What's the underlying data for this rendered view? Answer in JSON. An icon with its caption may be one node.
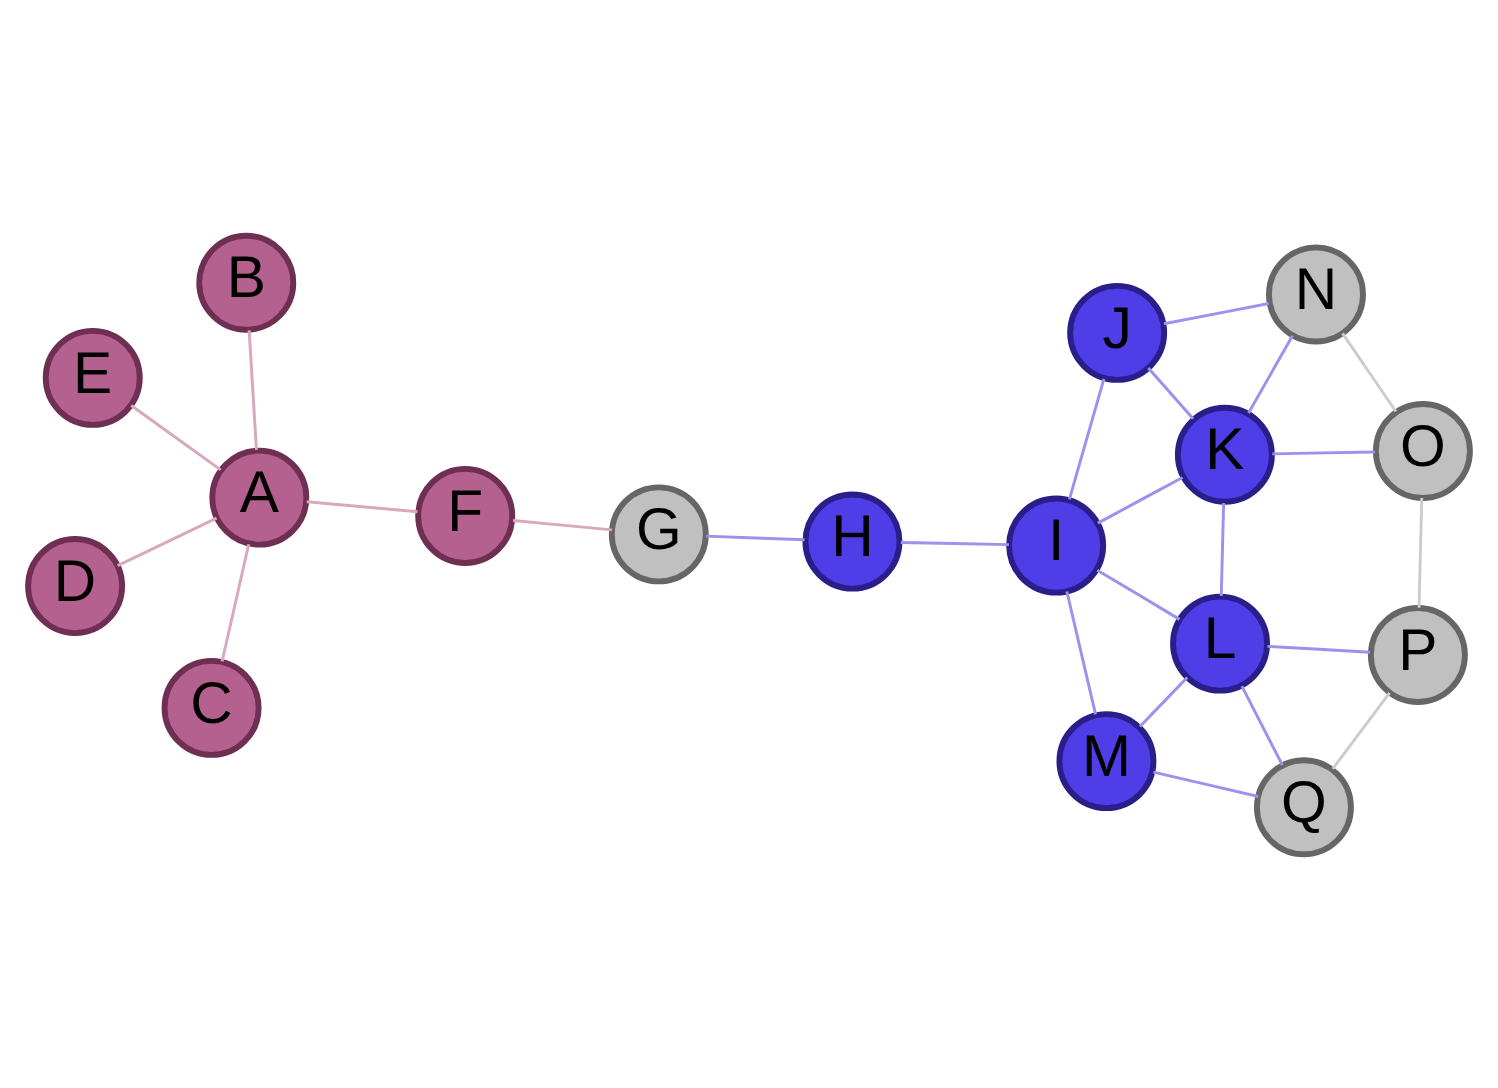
{
  "diagram": {
    "nodes": [
      {
        "text": [
          "A"
        ]
      },
      {
        "text": [
          "B"
        ]
      },
      {
        "text": [
          "C"
        ]
      },
      {
        "text": [
          "D"
        ]
      },
      {
        "text": [
          "E"
        ]
      },
      {
        "text": [
          "F"
        ]
      },
      {
        "text": [
          "G"
        ]
      },
      {
        "text": [
          "H"
        ]
      },
      {
        "text": [
          "I"
        ]
      },
      {
        "text": [
          "J"
        ]
      },
      {
        "text": [
          "K"
        ]
      },
      {
        "text": [
          "L"
        ]
      },
      {
        "text": [
          "M"
        ]
      },
      {
        "text": [
          "N"
        ]
      },
      {
        "text": [
          "O"
        ]
      },
      {
        "text": [
          "P"
        ]
      },
      {
        "text": [
          "Q"
        ]
      }
    ],
    "edges": [
      {
        "from": 16,
        "to": 12,
        "arrow": "none"
      },
      {
        "from": 16,
        "to": 11,
        "arrow": "none"
      },
      {
        "from": 16,
        "to": 15,
        "arrow": "none",
        "color": "#cccccc"
      },
      {
        "from": 15,
        "to": 11,
        "arrow": "none"
      },
      {
        "from": 15,
        "to": 14,
        "arrow": "none",
        "color": "#cccccc"
      },
      {
        "from": 14,
        "to": 10,
        "arrow": "none"
      },
      {
        "from": 14,
        "to": 13,
        "arrow": "none",
        "color": "#cccccc"
      },
      {
        "from": 13,
        "to": 10,
        "arrow": "none"
      },
      {
        "from": 13,
        "to": 9,
        "arrow": "none"
      },
      {
        "from": 12,
        "to": 11,
        "arrow": "none"
      },
      {
        "from": 12,
        "to": 8,
        "arrow": "none"
      },
      {
        "from": 11,
        "to": 8,
        "arrow": "none"
      },
      {
        "from": 11,
        "to": 10,
        "arrow": "none"
      },
      {
        "from": 8,
        "to": 10,
        "arrow": "none"
      },
      {
        "from": 8,
        "to": 9,
        "arrow": "none"
      },
      {
        "from": 10,
        "to": 9,
        "arrow": "none"
      },
      {
        "from": 8,
        "to": 7,
        "arrow": "none"
      },
      {
        "from": 7,
        "to": 6,
        "arrow": "none"
      },
      {
        "from": 6,
        "to": 5,
        "arrow": "none",
        "color": "#d9a7be"
      },
      {
        "from": 5,
        "to": 0,
        "arrow": "none",
        "color": "#d9a7be"
      },
      {
        "from": 0,
        "to": 4,
        "arrow": "none",
        "color": "#d9a7be"
      },
      {
        "from": 0,
        "to": 3,
        "arrow": "none",
        "color": "#d9a7be"
      },
      {
        "from": 0,
        "to": 1,
        "arrow": "none",
        "color": "#d9a7be"
      },
      {
        "from": 0,
        "to": 2,
        "arrow": "none",
        "color": "#d9a7be"
      }
    ]
  }
}
